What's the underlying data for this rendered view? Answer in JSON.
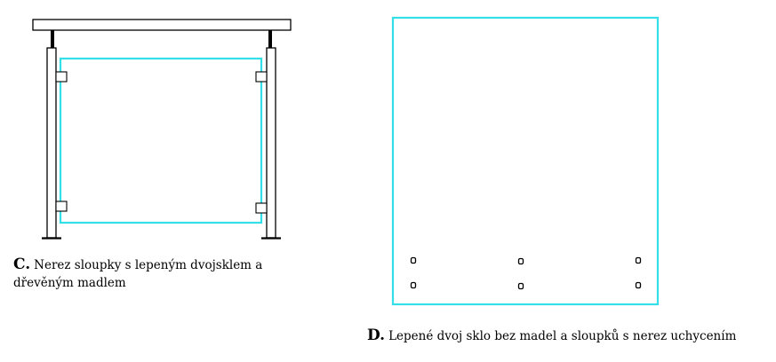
{
  "colors": {
    "glass": "#33e0e8",
    "line": "#000000",
    "background": "#ffffff"
  },
  "figures": {
    "c": {
      "letter": "C.",
      "caption": "Nerez sloupky s lepeným dvojsklem a dřevěným madlem"
    },
    "d": {
      "letter": "D.",
      "caption": "Lepené dvoj sklo bez madel a sloupků s nerez uchycením"
    }
  }
}
